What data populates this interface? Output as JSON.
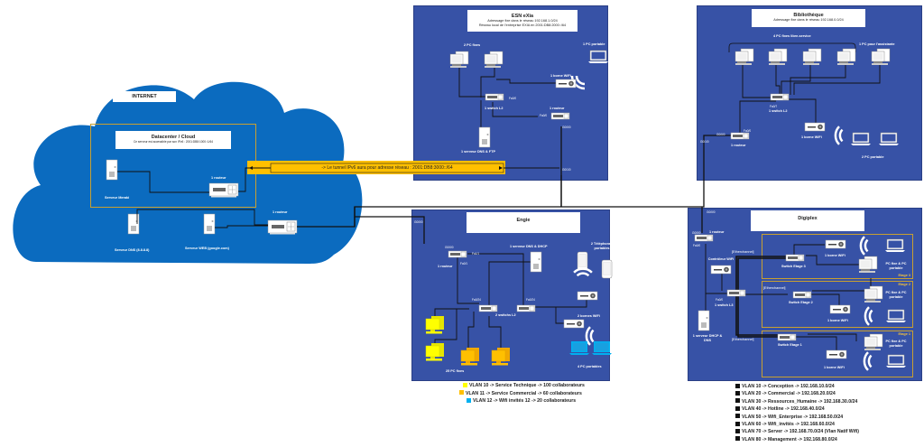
{
  "internet": {
    "title": "INTERNET",
    "datacenter": {
      "title": "Datacenter / Cloud",
      "subtitle": "Ce serveur est accessible par son IPv6 : 2001:DB8:1000::1/64",
      "server_label": "Serveur Meraki",
      "router_label": "1 routeur"
    },
    "dns_server_label": "Serveur DNS (8.8.8.8)",
    "web_server_label": "Serveur WEB (google.com)",
    "router_label": "1 routeur"
  },
  "tunnel": {
    "label": "-> Le tunnel IPv6 aura pour adresse réseau : 2001:DB8:3000::/64"
  },
  "esn": {
    "title": "ESN eXia",
    "subtitle1": "Adressage fixe dans le réseau 192.168.1.0/24",
    "subtitle2": "Réseau local de l'entreprise EXIA en 2001:DB8:2000::/64",
    "pc_fixes_label": "2 PC fixes",
    "pc_portable_label": "1 PC portable",
    "wifi_label": "1 borne WiFi",
    "switch_label": "1 switch L2",
    "router_label": "1 routeur",
    "server_label": "1 serveur DNS & FTP",
    "ports": {
      "sw_fa": "Fa0/0",
      "rt_fa": "Fa0/0",
      "rt_g0": "G0/0/0",
      "rt_g1": "G0/1/0"
    }
  },
  "bibliotheque": {
    "title": "Bibliothèque",
    "subtitle": "Adressage fixe dans le réseau 192.168.0.0/24",
    "pc_fixes_label": "4 PC fixes libre-service",
    "pc_assistante_label": "1 PC pour l'assistante",
    "switch_label": "1 switch L2",
    "router_label": "1 routeur",
    "wifi_label": "1 borne WiFi",
    "portables_label": "2 PC portable",
    "ports": {
      "sw_fa": "Fa0/7",
      "rt_fa": "Fa0/0",
      "rt_g0": "G0/0/0",
      "rt_g1": "G0/1/0"
    }
  },
  "engie": {
    "title": "Engie",
    "router_label": "1 routeur",
    "server_label": "1 serveur DNS & DHCP",
    "phones_label": "2 Téléphones portables",
    "switches_label": "2 switchs L2",
    "wifi_label": "2 bornes WiFi",
    "pc_fixes_label": "25 PC fixes",
    "pc_portables_label": "4 PC portables",
    "ports": {
      "g0_top": "G0/0/0",
      "rt_g0": "G0/0/0",
      "fa11": "Fa1/1",
      "fa01": "Fa0/1",
      "sw1": "Fa0/24",
      "sw2": "Fa0/24"
    },
    "legend": [
      {
        "text": "VLAN 10 -> Service Technique -> 100 collaborateurs",
        "color": "#ffff00"
      },
      {
        "text": "VLAN 11 -> Service Commercial -> 60 collaborateurs",
        "color": "#ffc000"
      },
      {
        "text": "VLAN 12 -> Wifi invités 12 -> 20 collaborateurs",
        "color": "#00b0f0"
      }
    ]
  },
  "digiplex": {
    "title": "Digiplex",
    "router_label": "1 routeur",
    "controller_label": "Contrôleur WiFi",
    "switch_l3_label": "1 switch L3",
    "server_label": "1 serveur DHCP & DNS",
    "etherchannel": "[Etherchannel]",
    "ports": {
      "top": "G0/0/0",
      "rt_g0": "G0/0/0",
      "rt_fa": "Fa0/0",
      "sw_fa": "Fa0/0"
    },
    "floors": [
      {
        "name": "Etage 3",
        "switch": "Switch Etage 3",
        "wifi": "1 borne WiFi",
        "pc": "PC fixe & PC portable"
      },
      {
        "name": "Etage 2",
        "switch": "Switch Etage 2",
        "wifi": "1 borne WiFi",
        "pc": "PC fixe & PC portable"
      },
      {
        "name": "Etage 1",
        "switch": "Switch Etage 1",
        "wifi": "1 borne WiFi",
        "pc": "PC fixe & PC portable"
      }
    ],
    "legend": [
      "VLAN 10 -> Conception -> 192.168.10.0/24",
      "VLAN 20 -> Commercial -> 192.168.20.0/24",
      "VLAN 30 -> Ressources_Humaine -> 192.168.30.0/24",
      "VLAN 40 -> Hotline -> 192.168.40.0/24",
      "VLAN 50 -> Wifi_Enterprise -> 192.168.50.0/24",
      "VLAN 60 -> Wifi_invités -> 192.168.60.0/24",
      "VLAN 70 -> Server -> 192.168.70.0/24 (Vlan Natif Wifi)",
      "VLAN 80 -> Management -> 192.168.80.0/24"
    ]
  },
  "colors": {
    "panel": "#3752a6",
    "cloud": "#0b6bbf",
    "tunnel": "#ffc000",
    "datacenter_border": "#c8a030"
  }
}
